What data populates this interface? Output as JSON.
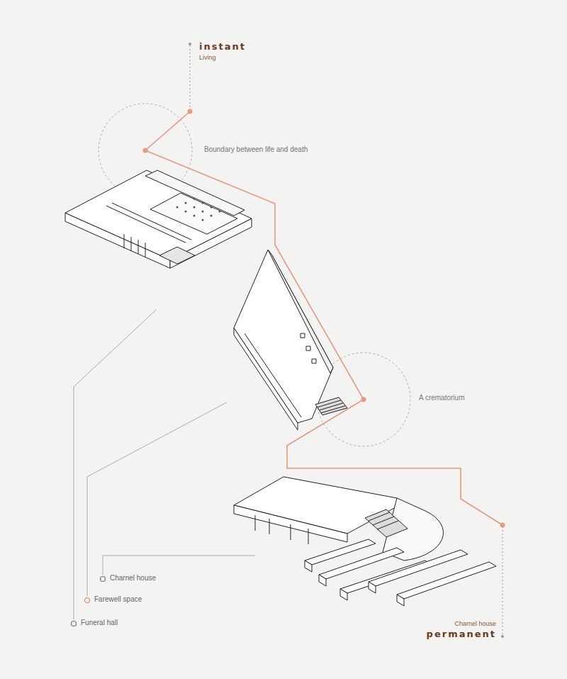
{
  "diagram": {
    "labels": [
      "instant",
      "Living",
      "Boundary between life and death",
      "A crematorium",
      "Charnel house",
      "permanent"
    ],
    "legend": [
      {
        "text": "Charnel house"
      },
      {
        "text": "Farewell space"
      },
      {
        "text": "Funeral hall"
      }
    ]
  }
}
